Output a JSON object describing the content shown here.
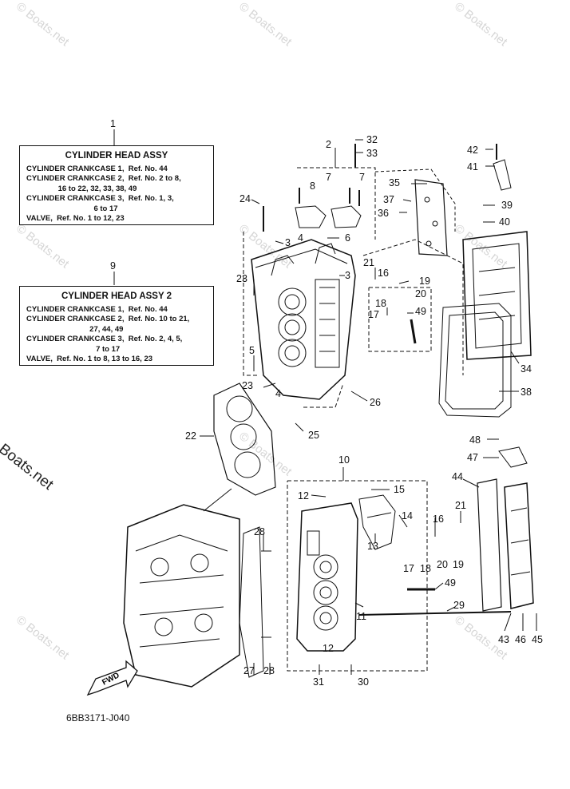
{
  "watermark": "© Boats.net",
  "side_watermark": "© Boats.net",
  "diagram_code": "6BB3171-J040",
  "fwd_label": "FWD",
  "box1": {
    "ref": "1",
    "title": "CYLINDER HEAD ASSY",
    "lines": [
      "CYLINDER CRANKCASE 1,  Ref. No. 44",
      "CYLINDER CRANKCASE 2,  Ref. No. 2 to 8,",
      "               16 to 22, 32, 33, 38, 49",
      "CYLINDER CRANKCASE 3,  Ref. No. 1, 3,",
      "                                6 to 17",
      "VALVE,  Ref. No. 1 to 12, 23"
    ]
  },
  "box2": {
    "ref": "9",
    "title": "CYLINDER HEAD ASSY 2",
    "lines": [
      "CYLINDER CRANKCASE 1,  Ref. No. 44",
      "CYLINDER CRANKCASE 2,  Ref. No. 10 to 21,",
      "                              27, 44, 49",
      "CYLINDER CRANKCASE 3,  Ref. No. 2, 4, 5,",
      "                                 7 to 17",
      "VALVE,  Ref. No. 1 to 8, 13 to 16, 23"
    ]
  },
  "callouts": [
    "32",
    "33",
    "2",
    "7",
    "7",
    "8",
    "24",
    "3",
    "6",
    "4",
    "21",
    "3",
    "16",
    "19",
    "20",
    "18",
    "17",
    "49",
    "23",
    "5",
    "23",
    "4",
    "26",
    "25",
    "35",
    "37",
    "36",
    "42",
    "41",
    "39",
    "40",
    "34",
    "38",
    "22",
    "48",
    "47",
    "10",
    "15",
    "12",
    "14",
    "21",
    "16",
    "13",
    "17",
    "18",
    "20",
    "19",
    "28",
    "44",
    "49",
    "11",
    "29",
    "43",
    "46",
    "45",
    "12",
    "27",
    "28",
    "31",
    "30"
  ]
}
